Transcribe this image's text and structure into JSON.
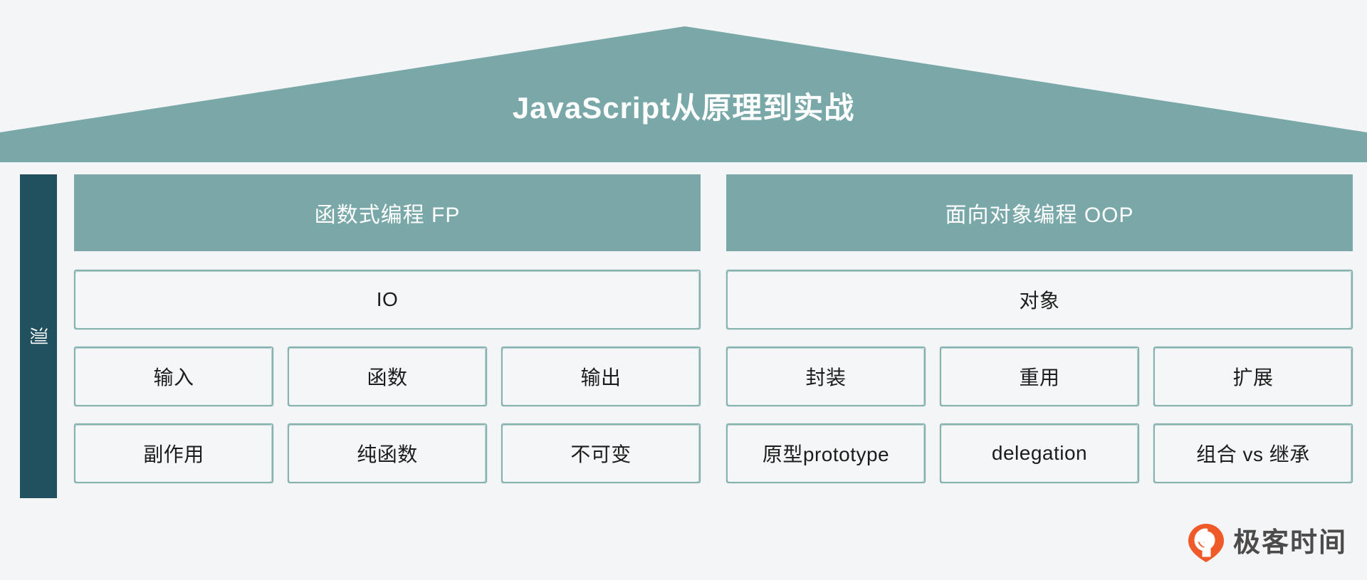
{
  "colors": {
    "background": "#f4f5f7",
    "teal": "#7aa8a8",
    "teal_border": "#86b3b0",
    "dark_teal": "#21505f",
    "box_fill": "#f4f6f7",
    "text_dark": "#1c1c1c",
    "text_white": "#ffffff",
    "logo_orange": "#f05a28",
    "logo_text": "#4b4b4b"
  },
  "roof": {
    "title": "JavaScript从原理到实战"
  },
  "spine": {
    "label": "测"
  },
  "columns": [
    {
      "id": "fp",
      "header": "函数式编程 FP",
      "wide_box": "IO",
      "rows": [
        [
          "输入",
          "函数",
          "输出"
        ],
        [
          "副作用",
          "纯函数",
          "不可变"
        ]
      ]
    },
    {
      "id": "oop",
      "header": "面向对象编程 OOP",
      "wide_box": "对象",
      "rows": [
        [
          "封装",
          "重用",
          "扩展"
        ],
        [
          "原型prototype",
          "delegation",
          "组合 vs 继承"
        ]
      ]
    }
  ],
  "logo": {
    "mark": "geektime-pin-icon",
    "text": "极客时间"
  }
}
